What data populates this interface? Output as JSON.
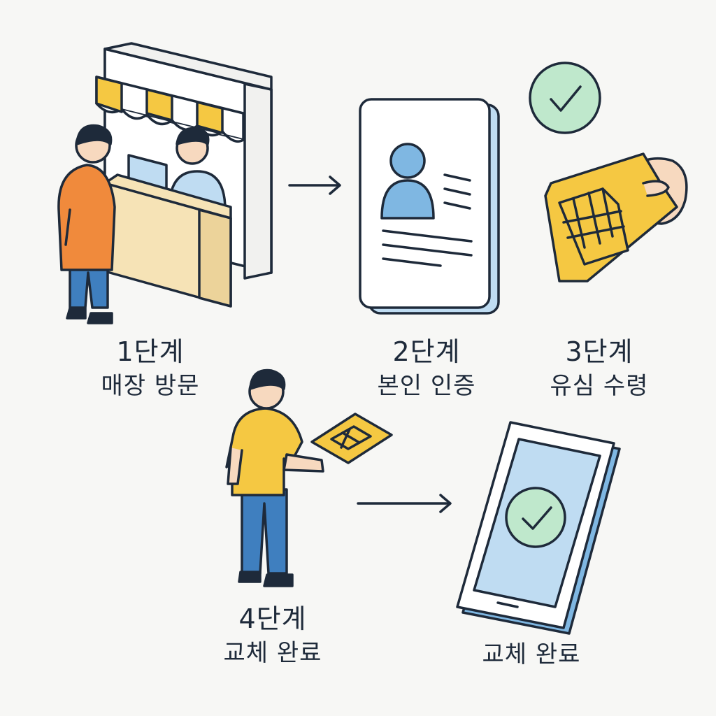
{
  "steps": [
    {
      "step": "1단계",
      "desc": "매장 방문"
    },
    {
      "step": "2단계",
      "desc": "본인 인증"
    },
    {
      "step": "3단계",
      "desc": "유심 수령"
    },
    {
      "step": "4단계",
      "desc": "교체 완료"
    }
  ],
  "final_caption": "교체 완료",
  "colors": {
    "ink": "#1e2a3a",
    "yellow": "#f5c842",
    "orange": "#f08a3c",
    "blue": "#3f7fbf",
    "light_blue": "#bfdcf2",
    "green": "#bfe8cc",
    "cream": "#f6e3b6",
    "skin": "#f7d9bf"
  },
  "icons": [
    "store-icon",
    "id-card-icon",
    "check-circle-icon",
    "sim-card-icon",
    "smartphone-check-icon",
    "arrow-right-icon"
  ]
}
